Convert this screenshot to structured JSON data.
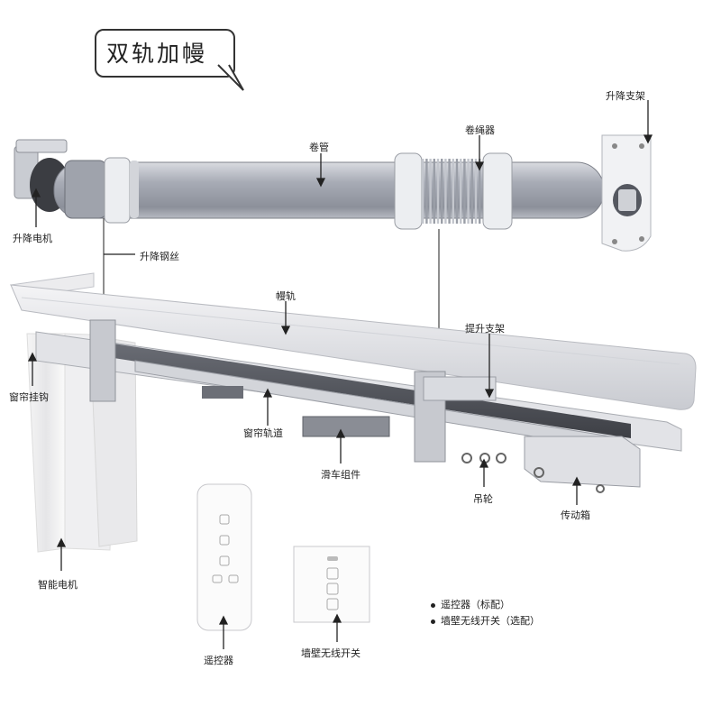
{
  "title": "双轨加幔",
  "labels": {
    "lift_bracket": "升降支架",
    "roll_tube": "卷管",
    "rope_winder": "卷绳器",
    "lift_motor": "升降电机",
    "lift_wire": "升降钢丝",
    "valance_track": "幔轨",
    "lifting_bracket": "提升支架",
    "curtain_hook": "窗帘挂钩",
    "curtain_track": "窗帘轨道",
    "trolley_assembly": "滑车组件",
    "hanging_wheel": "吊轮",
    "transmission_box": "传动箱",
    "smart_motor": "智能电机",
    "remote": "遥控器",
    "wall_switch": "墙壁无线开关"
  },
  "legend": [
    "遥控器（标配）",
    "墙壁无线开关（选配）"
  ]
}
